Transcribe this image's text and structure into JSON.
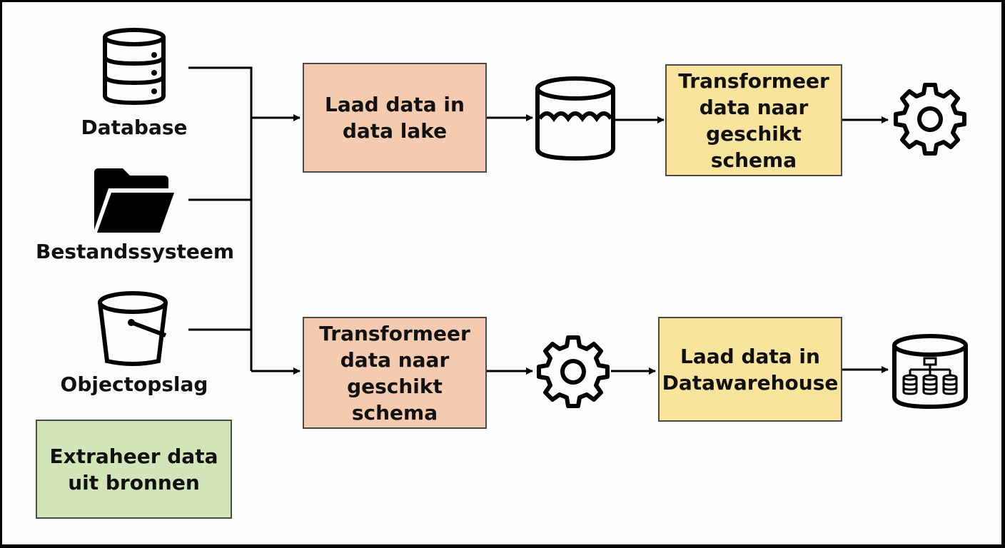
{
  "sources": {
    "database_label": "Database",
    "filesystem_label": "Bestandssysteem",
    "objectstore_label": "Objectopslag"
  },
  "legend": {
    "extract_text": "Extraheer data\nuit bronnen"
  },
  "top_flow": {
    "load_lake_text": "Laad data in\ndata lake",
    "transform_text": "Transformeer\ndata naar\ngeschikt\nschema"
  },
  "bottom_flow": {
    "transform_text": "Transformeer\ndata naar\ngeschikt\nschema",
    "load_dw_text": "Laad data in\nDatawarehouse"
  },
  "colors": {
    "extract": "#d2e5b8",
    "load": "#f5cbb0",
    "transform": "#f8e49c",
    "line": "#000000"
  },
  "icons": [
    "database-icon",
    "folder-icon",
    "bucket-icon",
    "data-lake-icon",
    "gear-icon",
    "gear-icon",
    "data-warehouse-icon"
  ]
}
